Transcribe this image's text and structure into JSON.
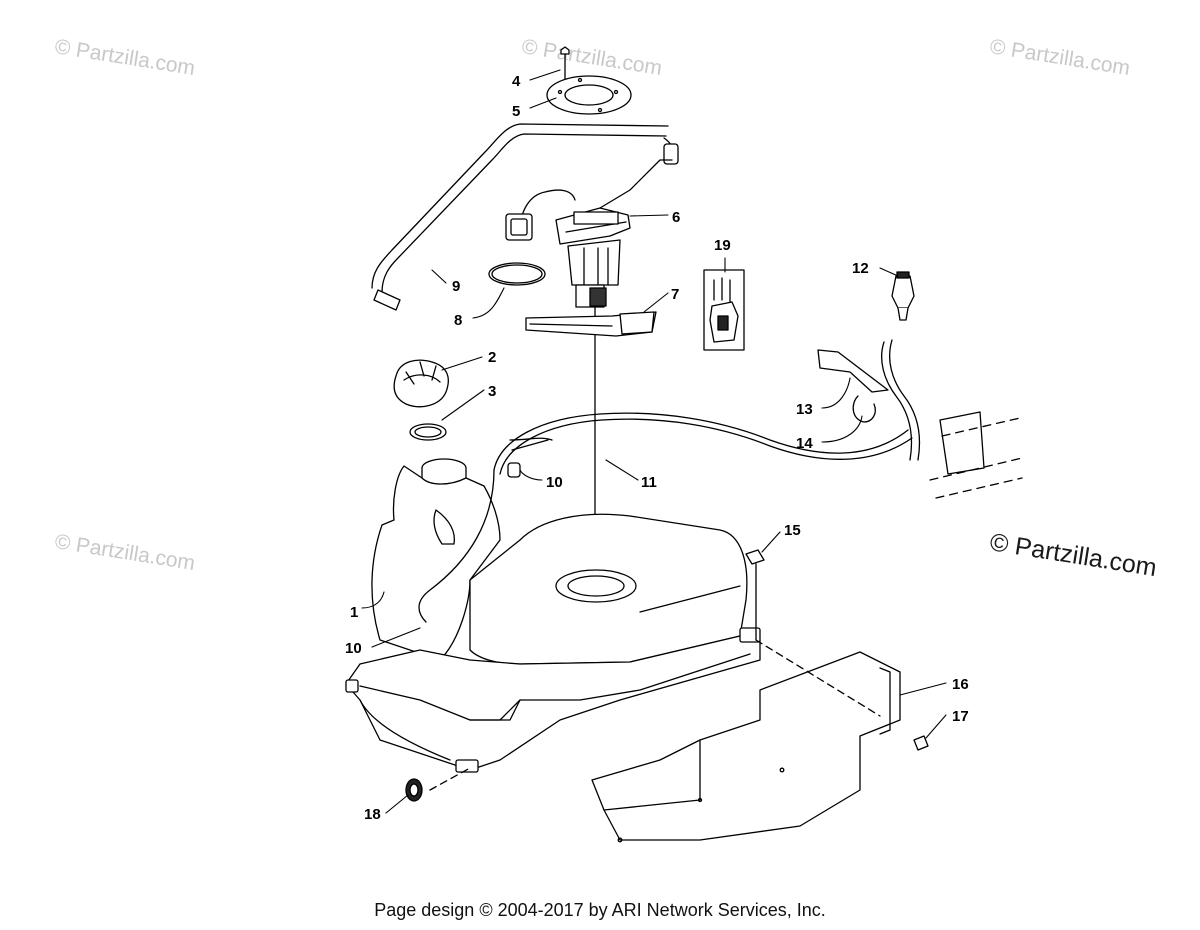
{
  "watermark_text": "© Partzilla.com",
  "footer_text": "Page design © 2004-2017 by ARI Network Services, Inc.",
  "callouts": [
    "4",
    "5",
    "6",
    "19",
    "12",
    "9",
    "8",
    "7",
    "2",
    "3",
    "13",
    "14",
    "10",
    "11",
    "15",
    "1",
    "10",
    "16",
    "17",
    "18"
  ]
}
